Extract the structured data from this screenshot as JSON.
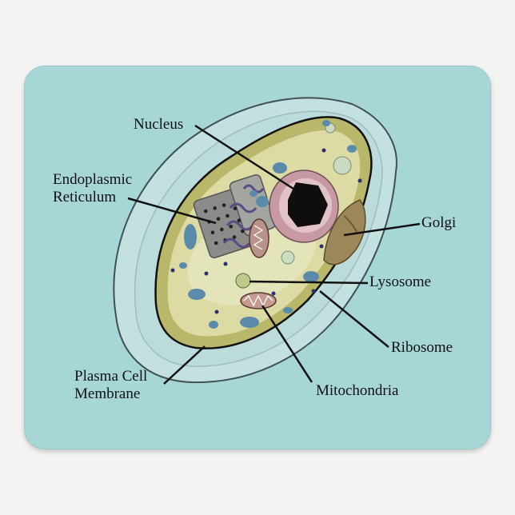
{
  "labels": {
    "nucleus": "Nucleus",
    "er_line1": "Endoplasmic",
    "er_line2": "Reticulum",
    "golgi": "Golgi",
    "lysosome": "Lysosome",
    "ribosome": "Ribosome",
    "mitochondria": "Mitochondria",
    "membrane_line1": "Plasma Cell",
    "membrane_line2": "Membrane"
  },
  "colors": {
    "mousepad": "#a7d6d6",
    "cytoplasm": "#dcdba4",
    "cell_wall": "#b9b76a",
    "vacuole": "#cfe7e6",
    "nucleus_outer": "#c79aa3",
    "nucleus_inner": "#0f0d0d",
    "golgi": "#9d8758",
    "er": "#8b8c8a",
    "organelle_blue": "#5b8aaa"
  }
}
